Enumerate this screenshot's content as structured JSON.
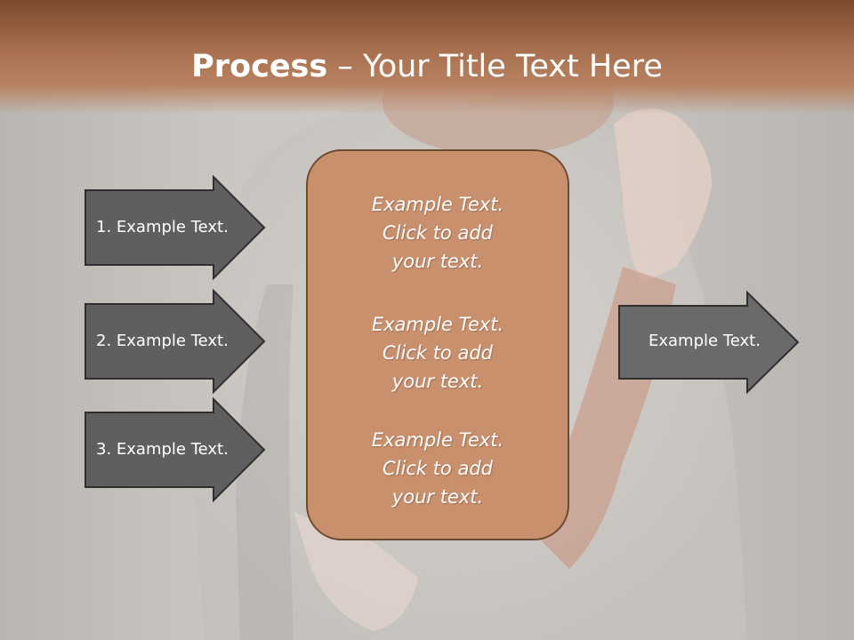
{
  "slide": {
    "title_bold": "Process",
    "title_rest": " – Your Title Text Here"
  },
  "left_arrows": [
    {
      "label": "1. Example Text."
    },
    {
      "label": "2. Example Text."
    },
    {
      "label": "3. Example Text."
    }
  ],
  "center_box": {
    "paragraphs": [
      {
        "line1": "Example Text.",
        "line2": "Click  to add",
        "line3": "your text."
      },
      {
        "line1": "Example Text.",
        "line2": "Click  to add",
        "line3": "your text."
      },
      {
        "line1": "Example Text.",
        "line2": "Click  to add",
        "line3": "your text."
      }
    ]
  },
  "right_arrow": {
    "label": "Example Text."
  },
  "colors": {
    "header": "#a8704e",
    "arrow_fill": "#5f5f5f",
    "arrow_border": "#2f2f2f",
    "box_fill": "#c9906e",
    "box_border": "#6e4a33"
  }
}
